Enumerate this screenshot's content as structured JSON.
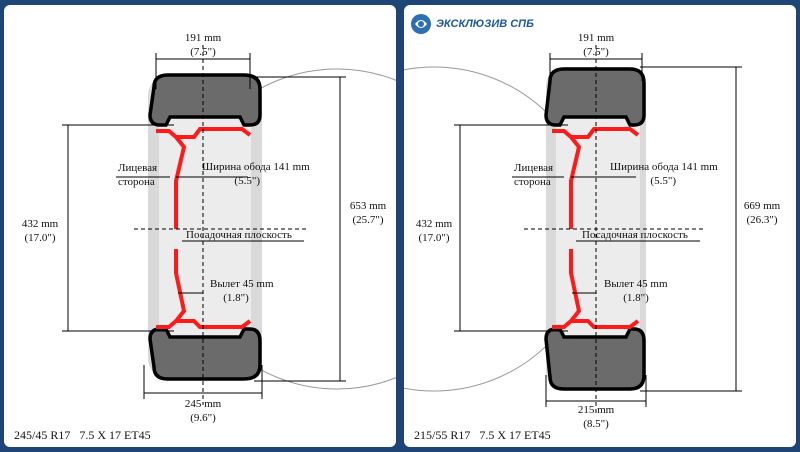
{
  "brand": {
    "name": "ЭКСКЛЮЗИВ СПБ",
    "color": "#1f5a9a"
  },
  "colors": {
    "rim": "#ff1a1a",
    "tire": "#555555",
    "dimension": "#000000",
    "background": "#1e4576"
  },
  "common": {
    "rim_width_label": "Ширина обода 141 mm",
    "rim_width_inch": "(5.5\")",
    "face_label_1": "Лицевая",
    "face_label_2": "сторона",
    "mount_label": "Посадочная плоскость",
    "offset_label": "Вылет 45 mm",
    "offset_inch": "(1.8\")",
    "rim_diameter_mm": "432 mm",
    "rim_diameter_in": "(17.0\")",
    "top_width_mm": "191 mm",
    "top_width_in": "(7.5\")"
  },
  "left": {
    "overall_diameter_mm": "653 mm",
    "overall_diameter_in": "(25.7\")",
    "tire_width_mm": "245 mm",
    "tire_width_in": "(9.6\")",
    "caption": "245/45 R17   7.5 X 17 ET45"
  },
  "right": {
    "overall_diameter_mm": "669 mm",
    "overall_diameter_in": "(26.3\")",
    "tire_width_mm": "215 mm",
    "tire_width_in": "(8.5\")",
    "caption": "215/55 R17   7.5 X 17 ET45"
  }
}
